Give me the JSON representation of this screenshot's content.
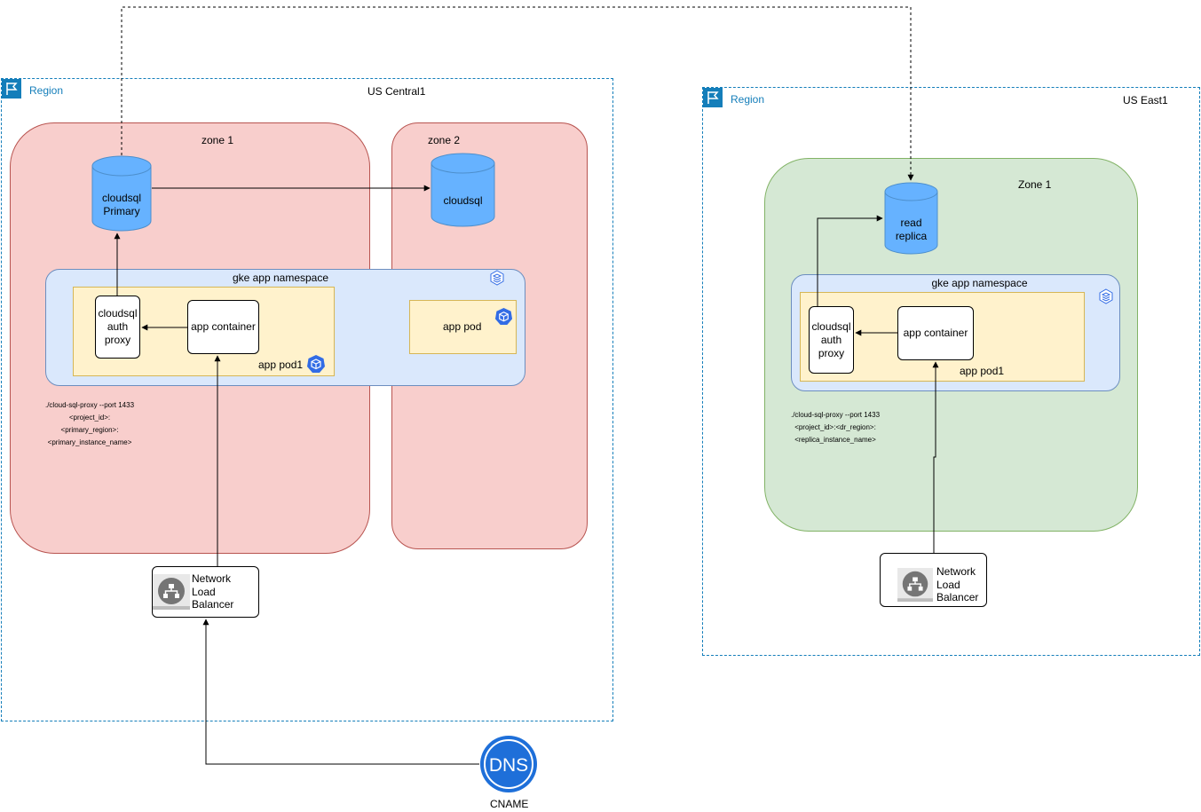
{
  "regions": {
    "central": {
      "label": "Region",
      "name": "US Central1"
    },
    "east": {
      "label": "Region",
      "name": "US East1"
    }
  },
  "zones": {
    "central_zone1": "zone 1",
    "central_zone2": "zone 2",
    "east_zone1": "Zone 1"
  },
  "databases": {
    "primary": {
      "line1": "cloudsql",
      "line2": "Primary"
    },
    "secondary": {
      "line1": "cloudsql"
    },
    "replica": {
      "line1": "read",
      "line2": "replica"
    }
  },
  "namespaces": {
    "central": "gke app namespace",
    "east": "gke app namespace"
  },
  "pods": {
    "central_pod1": "app pod1",
    "central_pod2": "app pod",
    "east_pod1": "app pod1"
  },
  "containers": {
    "central_proxy": [
      "cloudsql",
      "auth",
      "proxy"
    ],
    "central_app": "app container",
    "east_proxy": [
      "cloudsql",
      "auth",
      "proxy"
    ],
    "east_app": "app container"
  },
  "commands": {
    "central": [
      "./cloud-sql-proxy --port 1433",
      "<project_id>:",
      "<primary_region>:",
      "<primary_instance_name>"
    ],
    "east": [
      "./cloud-sql-proxy --port 1433",
      "<project_id>:<dr_region>:",
      "<replica_instance_name>"
    ]
  },
  "load_balancers": {
    "central": [
      "Network",
      "Load",
      "Balancer"
    ],
    "east": [
      "Network",
      "Load",
      "Balancer"
    ]
  },
  "dns": {
    "icon_text": "DNS",
    "label": "CNAME"
  },
  "colors": {
    "region_border": "#147EBA",
    "zone_red": "#F8CECC",
    "zone_green": "#D5E8D4",
    "namespace": "#DAE8FC",
    "pod": "#FFF2CC",
    "db": "#66B2FF",
    "k8s": "#326CE5"
  }
}
